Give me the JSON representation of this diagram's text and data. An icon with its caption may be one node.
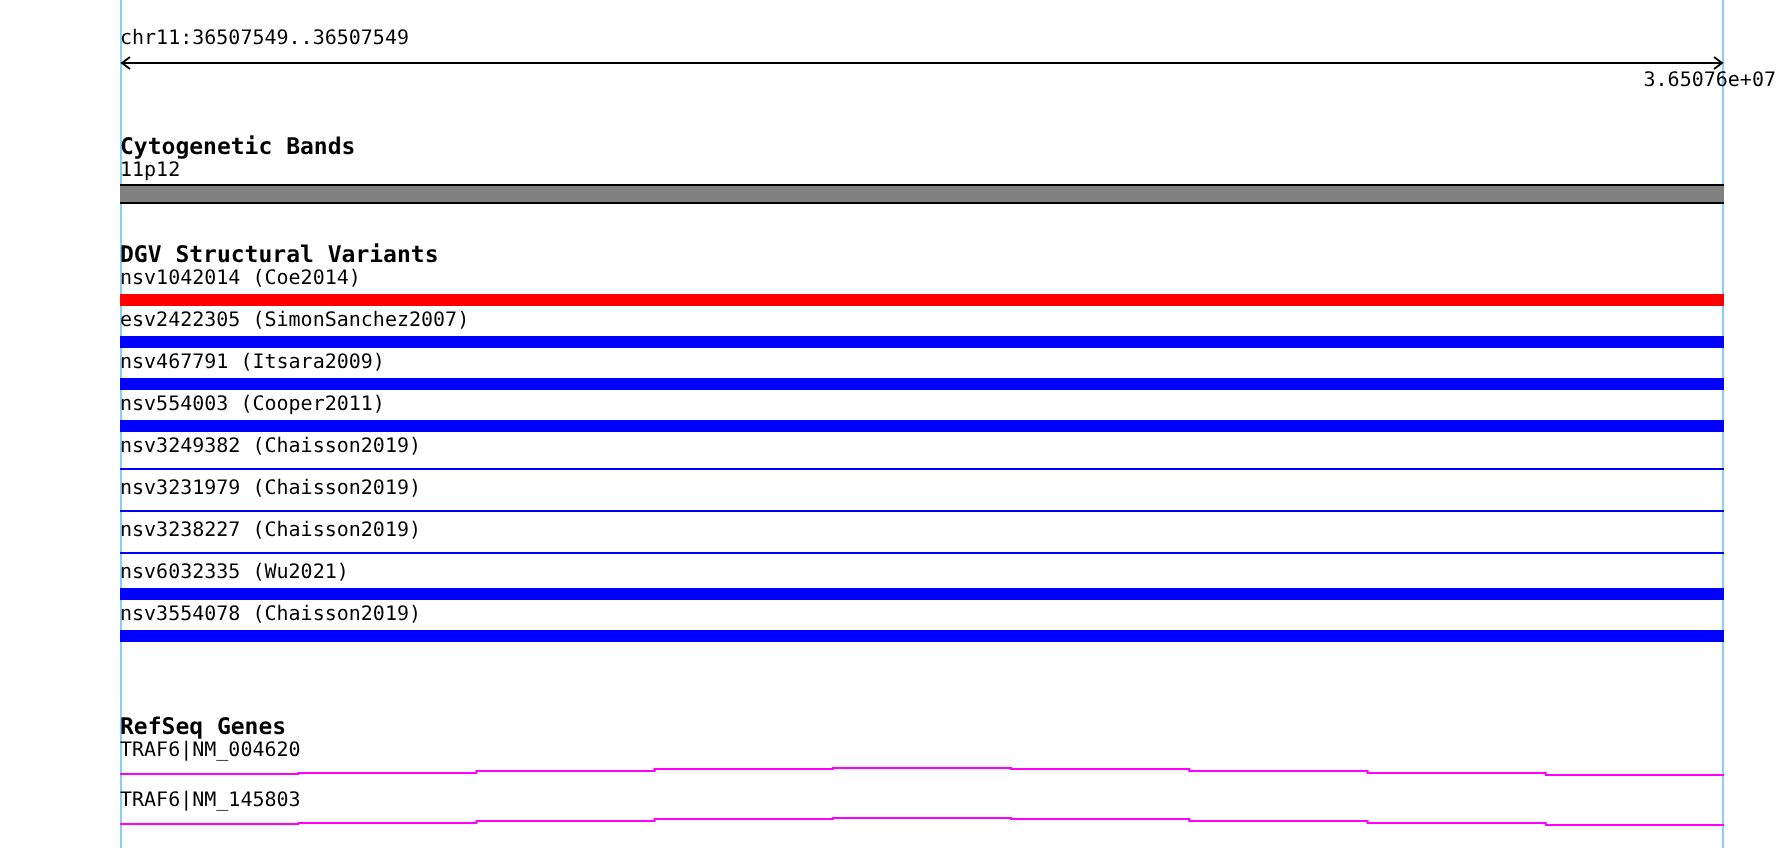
{
  "diagram": {
    "nodes": [
      {
        "text": [
          "Cytogenetic Bands"
        ]
      },
      {
        "text": [
          "11p12"
        ],
        "in": 0
      },
      {
        "text": [
          "DGV Structural Variants"
        ]
      },
      {
        "text": [
          "nsv1042014 (Coe2014)"
        ],
        "in": 2
      },
      {
        "text": [
          "esv2422305 (SimonSanchez2007)"
        ],
        "in": 2
      },
      {
        "text": [
          "nsv467791 (Itsara2009)"
        ],
        "in": 2
      },
      {
        "text": [
          "nsv554003 (Cooper2011)"
        ],
        "in": 2
      },
      {
        "text": [
          "nsv3249382 (Chaisson2019)"
        ],
        "in": 2
      },
      {
        "text": [
          "nsv3231979 (Chaisson2019)"
        ],
        "in": 2
      },
      {
        "text": [
          "nsv3238227 (Chaisson2019)"
        ],
        "in": 2
      },
      {
        "text": [
          "nsv6032335 (Wu2021)"
        ],
        "in": 2
      },
      {
        "text": [
          "nsv3554078 (Chaisson2019)"
        ],
        "in": 2
      },
      {
        "text": [
          "RefSeq Genes"
        ]
      },
      {
        "text": [
          "TRAF6|NM_004620"
        ],
        "in": 12
      },
      {
        "text": [
          "TRAF6|NM_145803"
        ],
        "in": 12
      }
    ],
    "labels": [
      "chr11:36507549..36507549",
      "3.65076e+07"
    ]
  }
}
